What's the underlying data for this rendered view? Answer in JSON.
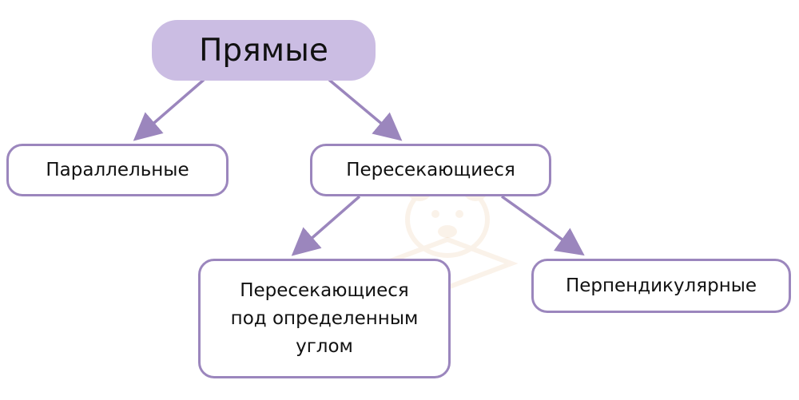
{
  "diagram": {
    "root": {
      "label": "Прямые"
    },
    "parallel": {
      "label": "Параллельные"
    },
    "intersecting": {
      "label": "Пересекающиеся"
    },
    "angle": {
      "lines": [
        "Пересекающиеся",
        "под определенным",
        "углом"
      ]
    },
    "perpendicular": {
      "label": "Перпендикулярные"
    }
  },
  "colors": {
    "accent": "#9b86bd",
    "root_fill": "#cbbde3",
    "text": "#111111"
  },
  "icons": {
    "watermark": "bear-book-logo"
  }
}
